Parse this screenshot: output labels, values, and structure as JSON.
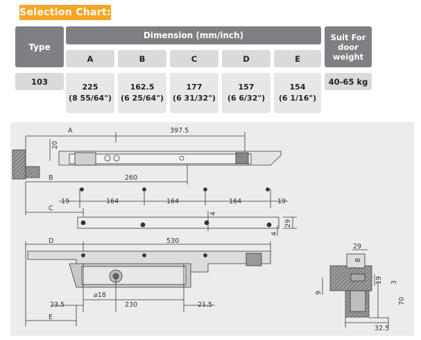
{
  "title": "Selection Chart:",
  "table": {
    "type_header": "Type",
    "dimension_header": "Dimension (mm/inch)",
    "weight_header_1": "Suit For",
    "weight_header_2": "door",
    "weight_header_3": "weight",
    "columns": [
      "A",
      "B",
      "C",
      "D",
      "E"
    ],
    "type_value": "103",
    "values": [
      {
        "mm": "225",
        "inch": "(8 55/64\")"
      },
      {
        "mm": "162.5",
        "inch": "(6 25/64\")"
      },
      {
        "mm": "177",
        "inch": "(6 31/32\")"
      },
      {
        "mm": "157",
        "inch": "(6 6/32\")"
      },
      {
        "mm": "154",
        "inch": "(6 1/16\")"
      }
    ],
    "weight_value": "40-65 kg"
  },
  "drawing": {
    "labels": {
      "A": "A",
      "B": "B",
      "C": "C",
      "D": "D",
      "E": "E",
      "d397": "397.5",
      "d20": "20",
      "d260": "260",
      "d19a": "19",
      "d164a": "164",
      "d164b": "164",
      "d164c": "164",
      "d19b": "19",
      "d4a": "4",
      "d29a": "29",
      "d4b": "4",
      "d530": "530",
      "d18": "⌀18",
      "d230": "230",
      "d235": "23.5",
      "d215": "21.5",
      "d29b": "29",
      "d8": "8",
      "d19c": "19",
      "d3": "3",
      "d9": "9",
      "d70": "70",
      "d325": "32.5"
    }
  }
}
